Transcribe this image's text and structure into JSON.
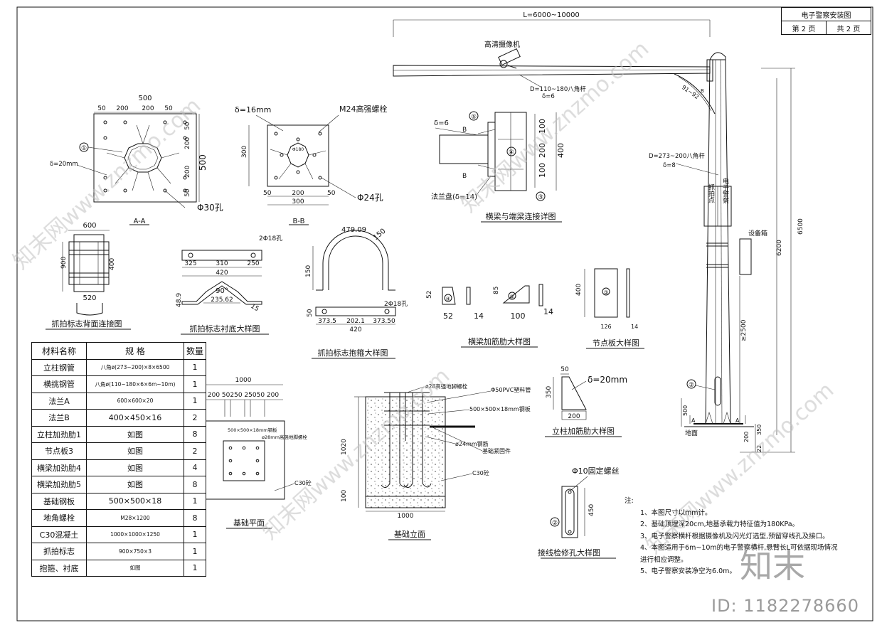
{
  "title_block": {
    "drawing_title": "电子警察安装图",
    "sheet": "第 2 页",
    "total": "共 2 页"
  },
  "pole_elevation": {
    "span_label": "L=6000~10000",
    "camera_label": "高清摄像机",
    "arm_spec": "D=110~180八角杆",
    "arm_thickness": "δ=6",
    "pole_spec": "D=273~200八角杆",
    "pole_thickness": "δ=8",
    "sign_col1": "抓拍点",
    "sign_col2": "电子警察",
    "equipment_box": "设备箱",
    "height_total": "6500",
    "height_main": "6200",
    "clearance": "≥2500",
    "base_500": "500",
    "base_350": "350",
    "base_200": "200",
    "base_22": "22",
    "ground": "地面",
    "section_a": "A",
    "callout_2": "②",
    "angle_label": "91~92",
    "mark_b": "B"
  },
  "section_aa": {
    "title": "A-A",
    "width": "500",
    "dims_top": [
      "50",
      "200",
      "200",
      "50"
    ],
    "dims_right": [
      "50",
      "200",
      "200",
      "50"
    ],
    "height": "500",
    "thickness": "δ=20mm",
    "hole": "Φ30孔",
    "callout": "①"
  },
  "section_bb": {
    "title": "B-B",
    "thickness": "δ=16mm",
    "bolt": "M24高强螺栓",
    "height": "300",
    "dims_bottom": [
      "50",
      "200",
      "50"
    ],
    "width": "300",
    "hole": "Φ24孔",
    "inner_dia": "Φ180"
  },
  "beam_joint": {
    "title": "横梁与端梁连接详图",
    "thickness": "δ=6",
    "flange": "法兰盘(δ=14)",
    "b_mark": "B",
    "dims": [
      "100",
      "200",
      "100"
    ],
    "total": "400",
    "callouts": [
      "⑤",
      "④",
      "③"
    ]
  },
  "sign_back": {
    "title": "抓拍标志背面连接图",
    "width": "600",
    "height": "900",
    "inner": "400",
    "bottom": "520"
  },
  "sign_liner": {
    "title": "抓拍标志衬底大样图",
    "holes": "2Φ18孔",
    "dims": [
      "325",
      "310",
      "250"
    ],
    "total": "420",
    "angle": "90°",
    "arc": "235.62",
    "h1": "48.9",
    "h2": "15"
  },
  "sign_hoop": {
    "title": "抓拍标志抱箍大样图",
    "arc_len": "479.09",
    "radius": "150",
    "height": "150",
    "holes": "2Φ18孔",
    "dims": [
      "373.5",
      "202.1",
      "373.50"
    ],
    "total": "420",
    "h": "50"
  },
  "beam_ribs": {
    "title": "横梁加筋肋大样图",
    "r4_h": "52",
    "r4_w": "52",
    "r4_t": "14",
    "r5_h": "85",
    "r5_w": "100",
    "r5_t": "14",
    "c4": "④",
    "c5": "⑤"
  },
  "node_plate": {
    "title": "节点板大样图",
    "h": "400",
    "w": "126",
    "t": "14",
    "c": "③"
  },
  "base_plan": {
    "title": "基础平面",
    "total": "1000",
    "dims": "200 50250 25050 200",
    "plate": "500×500×18mm钢板",
    "bolt": "ø28mm高强地脚螺栓",
    "concrete": "C30砼"
  },
  "base_elevation": {
    "title": "基础立面",
    "bolt": "ø28高强地脚螺栓",
    "pvc": "Φ50PVC塑料管",
    "plate": "500×500×18mm钢板",
    "rebar": "ø24mm钢筋",
    "fixer": "基础紧固件",
    "concrete": "C30砼",
    "h": "1020",
    "h2": "100",
    "w": "1000"
  },
  "pole_rib": {
    "title": "立柱加筋肋大样图",
    "w_top": "50",
    "thickness": "δ=20mm",
    "h": "350",
    "w": "200"
  },
  "inspection_hole": {
    "title": "接线检修孔大样图",
    "screw": "Φ10固定螺丝",
    "h": "450",
    "c": "②"
  },
  "bom": {
    "headers": [
      "材料名称",
      "规    格",
      "数量"
    ],
    "rows": [
      [
        "立柱钢管",
        "八角ø(273~200)×8×6500",
        "1"
      ],
      [
        "横挑钢管",
        "八角ø(110~180×6×6m~10m)",
        "1"
      ],
      [
        "法兰A",
        "600×600×20",
        "1"
      ],
      [
        "法兰B",
        "400×450×16",
        "2"
      ],
      [
        "立柱加劲肋1",
        "如图",
        "8"
      ],
      [
        "节点板3",
        "如图",
        "2"
      ],
      [
        "横梁加劲肋4",
        "如图",
        "4"
      ],
      [
        "横梁加劲肋5",
        "如图",
        "8"
      ],
      [
        "基础钢板",
        "500×500×18",
        "1"
      ],
      [
        "地角螺栓",
        "M28×1200",
        "8"
      ],
      [
        "C30混凝土",
        "1000×1000×1250",
        "1"
      ],
      [
        "抓拍标志",
        "900×750×3",
        "1"
      ],
      [
        "抱箍、衬底",
        "如图",
        "1"
      ]
    ]
  },
  "notes": {
    "heading": "注:",
    "lines": [
      "1、本图尺寸以mm计。",
      "2、基础顶埋深20cm,地基承载力特征值为180KPa。",
      "3、电子警察横杆根据摄像机及闪光灯选型,预留穿线孔及接口。",
      "4、本图适用于6m~10m的电子警察横杆,悬臂长L可依据现场情况",
      "   进行相应调整。",
      "5、电子警察安装净空为6.0m。"
    ]
  },
  "watermark": {
    "text": "知末网www.znzmo.com",
    "logo": "知末",
    "id": "ID: 1182278660"
  }
}
